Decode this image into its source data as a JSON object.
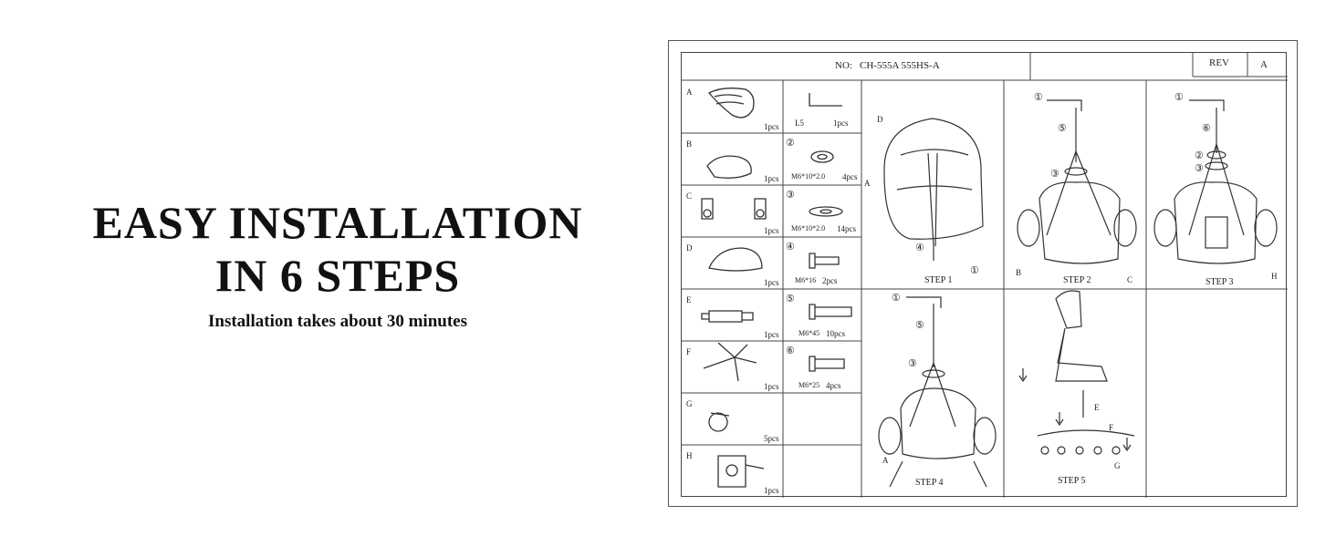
{
  "headline": {
    "line1": "EASY INSTALLATION",
    "line2": "IN 6 STEPS"
  },
  "subtitle": "Installation takes about 30 minutes",
  "sheet": {
    "no_label": "NO:",
    "no_value": "CH-555A 555HS-A",
    "rev_label": "REV",
    "rev_value": "A"
  },
  "parts": [
    {
      "letter": "A",
      "qty": "1pcs"
    },
    {
      "letter": "B",
      "qty": "1pcs"
    },
    {
      "letter": "C",
      "qty": "1pcs"
    },
    {
      "letter": "D",
      "qty": "1pcs"
    },
    {
      "letter": "E",
      "qty": "1pcs"
    },
    {
      "letter": "F",
      "qty": "1pcs"
    },
    {
      "letter": "G",
      "qty": "5pcs"
    },
    {
      "letter": "H",
      "qty": "1pcs"
    }
  ],
  "hardware": [
    {
      "num": "",
      "spec": "L5",
      "qty": "1pcs"
    },
    {
      "num": "②",
      "spec": "M6*10*2.0",
      "qty": "4pcs"
    },
    {
      "num": "③",
      "spec": "M6*10*2.0",
      "qty": "14pcs"
    },
    {
      "num": "④",
      "spec": "M6*16",
      "qty": "2pcs"
    },
    {
      "num": "⑤",
      "spec": "M6*45",
      "qty": "10pcs"
    },
    {
      "num": "⑥",
      "spec": "M6*25",
      "qty": "4pcs"
    }
  ],
  "steps": {
    "s1": {
      "label": "STEP 1",
      "c1": "①",
      "c4": "④",
      "d": "D",
      "a": "A"
    },
    "s2": {
      "label": "STEP 2",
      "c1": "①",
      "c5": "⑤",
      "c3": "③",
      "b": "B",
      "c": "C"
    },
    "s3": {
      "label": "STEP 3",
      "c1": "①",
      "c6": "⑥",
      "c2": "②",
      "c3": "③",
      "h": "H"
    },
    "s4": {
      "label": "STEP 4",
      "c1": "①",
      "c5": "⑤",
      "c3": "③",
      "a": "A"
    },
    "s5": {
      "label": "STEP 5",
      "e": "E",
      "f": "F",
      "g": "G"
    }
  }
}
